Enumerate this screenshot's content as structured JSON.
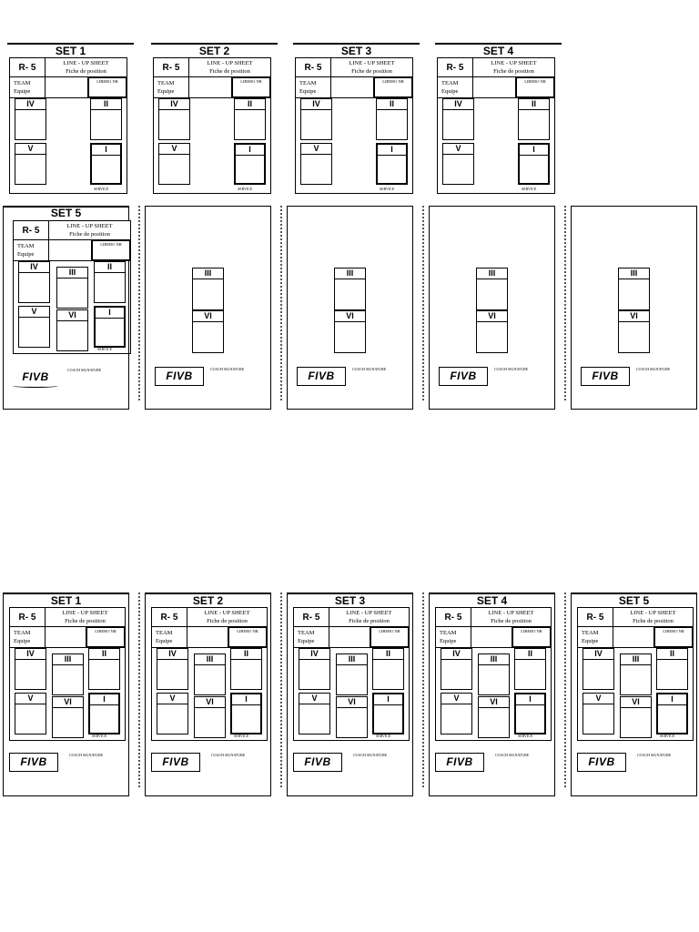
{
  "labels": {
    "set1": "SET 1",
    "set2": "SET 2",
    "set3": "SET 3",
    "set4": "SET 4",
    "set5": "SET 5",
    "r5": "R- 5",
    "lineup": "LINE - UP SHEET",
    "fiche": "Fiche de position",
    "team": "TEAM",
    "equipe": "Equipe",
    "libero": "LIBERO NR",
    "service": "SERVICE",
    "coach": "COACH SIGNATURE",
    "fivb": "FIVB"
  },
  "positions": {
    "IV": "IV",
    "III": "III",
    "II": "II",
    "V": "V",
    "VI": "VI",
    "I": "I"
  }
}
